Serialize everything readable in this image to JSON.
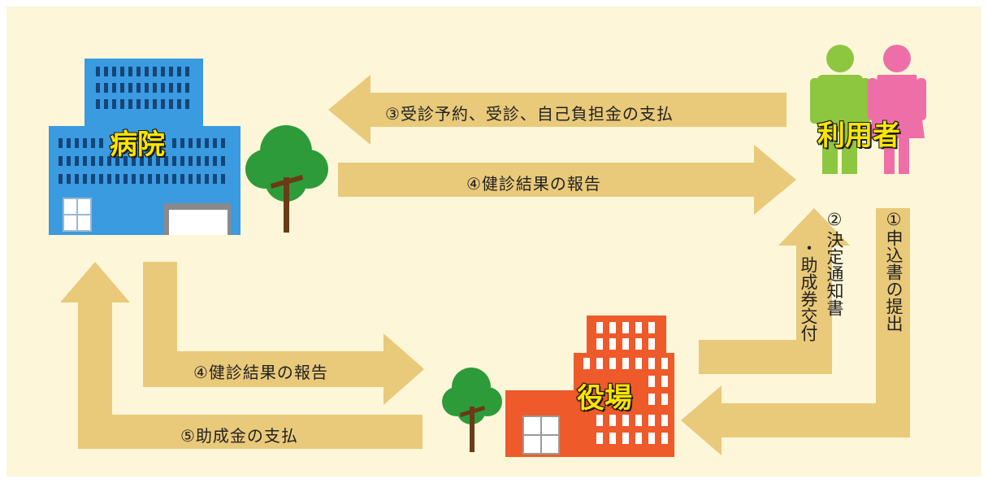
{
  "nodes": {
    "hospital": "病院",
    "user": "利用者",
    "town_office": "役場"
  },
  "steps": {
    "step1": "①申込書の提出",
    "step2_num": "②",
    "step2_line1": "決定通知書",
    "step2_line2": "・助成券交付",
    "step3": "③受診予約、受診、自己負担金の支払",
    "step4_top": "④健診結果の報告",
    "step4_bottom": "④健診結果の報告",
    "step5": "⑤助成金の支払"
  },
  "colors": {
    "background": "#fdf6d8",
    "arrow": "#e9c97a",
    "hospital_blue": "#3a9be0",
    "office_orange": "#ee5a2a",
    "man_green": "#8dc63f",
    "woman_pink": "#ee6fa8",
    "tree_green": "#2e9b3a",
    "tree_trunk": "#6b3a16",
    "label_yellow": "#ffe500"
  },
  "icons": [
    "hospital-building-icon",
    "tree-icon",
    "people-icon",
    "town-office-building-icon"
  ]
}
